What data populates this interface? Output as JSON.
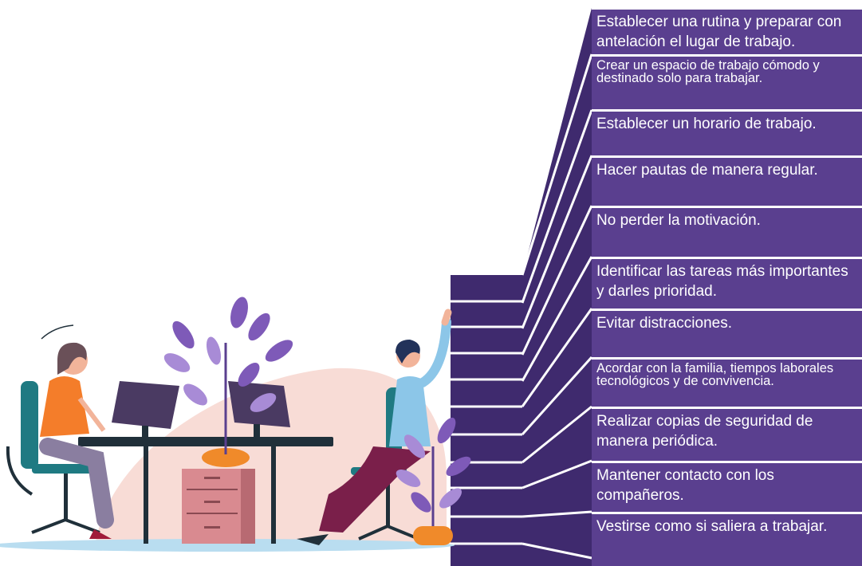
{
  "tips": [
    "Establecer una rutina y preparar con antelación el lugar de trabajo.",
    "Crear un espacio de trabajo cómodo y destinado solo para trabajar.",
    "Establecer un horario de trabajo.",
    "Hacer pautas de manera regular.",
    "No perder la motivación.",
    "Identificar las tareas más importantes y darles prioridad.",
    "Evitar distracciones.",
    "Acordar con la familia, tiempos laborales tecnológicos y de convivencia.",
    "Realizar copias de seguridad  de manera periódica.",
    "Mantener contacto con los compañeros.",
    "Vestirse como si saliera a trabajar."
  ],
  "colors": {
    "step_face": "#5a3f8f",
    "step_side": "#3f2a6e",
    "step_edge": "#ffffff",
    "shirt_orange": "#f47d2a",
    "chair_teal": "#1f7a82",
    "plant_purple": "#7e5ab8",
    "pot_orange": "#f08a2a",
    "skirt_maroon": "#7a1f4a",
    "blouse_blue": "#8cc6e8",
    "drawers_pink": "#d98a90",
    "backdrop_pink": "#f8dcd6"
  }
}
